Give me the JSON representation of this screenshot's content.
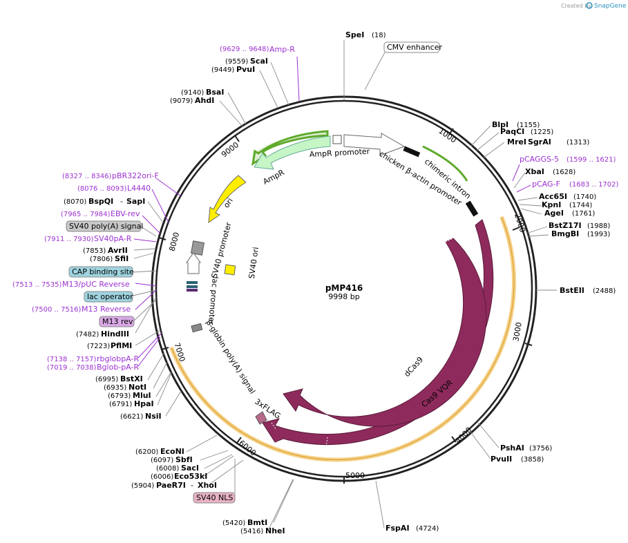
{
  "watermark": {
    "prefix": "Created by",
    "brand": "SnapGene"
  },
  "plasmid": {
    "name": "pMP416",
    "size_label": "9998 bp",
    "length": 9998
  },
  "ticks": [
    "1000",
    "2000",
    "3000",
    "4000",
    "5000",
    "6000",
    "7000",
    "8000",
    "9000"
  ],
  "sites": [
    {
      "name": "SpeI",
      "pos": "(18)"
    },
    {
      "name": "BlpI",
      "pos": "(1155)"
    },
    {
      "name": "PaqCI",
      "pos": "(1225)"
    },
    {
      "name": "MreI",
      "name2": "SgrAI",
      "pos": "(1313)"
    },
    {
      "name": "XbaI",
      "pos": "(1628)"
    },
    {
      "name": "Acc65I",
      "pos": "(1740)"
    },
    {
      "name": "KpnI",
      "pos": "(1744)"
    },
    {
      "name": "AgeI",
      "pos": "(1761)"
    },
    {
      "name": "BstZ17I",
      "pos": "(1988)"
    },
    {
      "name": "BmgBI",
      "pos": "(1993)"
    },
    {
      "name": "BstEII",
      "pos": "(2488)"
    },
    {
      "name": "PshAI",
      "pos": "(3756)"
    },
    {
      "name": "PvuII",
      "pos": "(3858)"
    },
    {
      "name": "FspAI",
      "pos": "(4724)"
    },
    {
      "name": "BmtI",
      "pos": "(5420)"
    },
    {
      "name": "NheI",
      "pos": "(5416)"
    },
    {
      "name": "PaeR7I",
      "name2": "XhoI",
      "pos": "(5904)"
    },
    {
      "name": "Eco53kI",
      "pos": "(6006)"
    },
    {
      "name": "SacI",
      "pos": "(6008)"
    },
    {
      "name": "SbfI",
      "pos": "(6097)"
    },
    {
      "name": "EcoNI",
      "pos": "(6200)"
    },
    {
      "name": "NsiI",
      "pos": "(6621)"
    },
    {
      "name": "HpaI",
      "pos": "(6791)"
    },
    {
      "name": "MluI",
      "pos": "(6793)"
    },
    {
      "name": "NotI",
      "pos": "(6935)"
    },
    {
      "name": "BstXI",
      "pos": "(6995)"
    },
    {
      "name": "PflMI",
      "pos": "(7223)"
    },
    {
      "name": "HindIII",
      "pos": "(7482)"
    },
    {
      "name": "SfiI",
      "pos": "(7806)"
    },
    {
      "name": "AvrII",
      "pos": "(7853)"
    },
    {
      "name": "BspQI",
      "name2": "SapI",
      "pos": "(8070)"
    },
    {
      "name": "AhdI",
      "pos": "(9079)"
    },
    {
      "name": "BsaI",
      "pos": "(9140)"
    },
    {
      "name": "PvuI",
      "pos": "(9449)"
    },
    {
      "name": "ScaI",
      "pos": "(9559)"
    }
  ],
  "primers": [
    {
      "name": "Amp-R",
      "range": "(9629 .. 9648)"
    },
    {
      "name": "pCAGGS-5",
      "range": "(1599 .. 1621)"
    },
    {
      "name": "pCAG-F",
      "range": "(1683 .. 1702)"
    },
    {
      "name": "pBR322ori-F",
      "range": "(8327 .. 8346)"
    },
    {
      "name": "L4440",
      "range": "(8076 .. 8093)"
    },
    {
      "name": "EBV-rev",
      "range": "(7965 .. 7984)"
    },
    {
      "name": "SV40pA-R",
      "range": "(7911 .. 7930)"
    },
    {
      "name": "M13/pUC Reverse",
      "range": "(7513 .. 7535)"
    },
    {
      "name": "M13 Reverse",
      "range": "(7500 .. 7516)"
    },
    {
      "name": "rbglobpA-R",
      "range": "(7138 .. 7157)"
    },
    {
      "name": "Bglob-pA-R",
      "range": "(7019 .. 7038)"
    }
  ],
  "boxed_features": [
    {
      "label": "CMV enhancer",
      "color": "#ffffff"
    },
    {
      "label": "SV40 poly(A) signal",
      "color": "#c8c8c8"
    },
    {
      "label": "CAP binding site",
      "color": "#9fd3df"
    },
    {
      "label": "lac operator",
      "color": "#9fd3df"
    },
    {
      "label": "M13 rev",
      "color": "#d9a8e6"
    },
    {
      "label": "SV40 NLS",
      "color": "#e8b2c6"
    }
  ],
  "arc_features": [
    {
      "label": "AmpR promoter"
    },
    {
      "label": "chicken β-actin promoter"
    },
    {
      "label": "chimeric intron"
    },
    {
      "label": "AmpR"
    },
    {
      "label": "ori"
    },
    {
      "label": "SV40 promoter"
    },
    {
      "label": "SV40 ori"
    },
    {
      "label": "lac promoter"
    },
    {
      "label": "β-globin poly(A) signal"
    },
    {
      "label": "3xFLAG"
    },
    {
      "label": "dCas9"
    },
    {
      "label": "Cas9 VQR"
    }
  ],
  "colors": {
    "cas9": "#8e2b5c",
    "ampr": "#c6f5c6",
    "ori": "#ffee00",
    "backbone": "#222222",
    "primer": "#9b30d0",
    "orange": "#e8a33c"
  }
}
